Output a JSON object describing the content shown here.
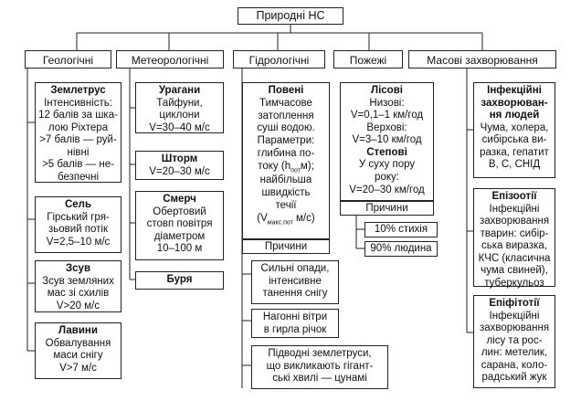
{
  "root": "Природні НС",
  "categories": {
    "geo": "Геологічні",
    "meteo": "Метеорологічні",
    "hydro": "Гідрологічні",
    "fire": "Пожежі",
    "mass": "Масові захворювання"
  },
  "geo": {
    "quake": {
      "title": "Землетрус",
      "lines": [
        "Інтенсивність:",
        "12 балів за шка-",
        "лою Ріхтера",
        ">7 балів — руй-",
        "нівні",
        ">5 балів — не-",
        "безпечні"
      ]
    },
    "mudflow": {
      "title": "Сель",
      "lines": [
        "Гірський гря-",
        "зьовий потік",
        "V=2,5–10 м/с"
      ]
    },
    "landslide": {
      "title": "Зсув",
      "lines": [
        "Зсув земляних",
        "мас зі схилів",
        "V>20 м/с"
      ]
    },
    "avalanche": {
      "title": "Лавини",
      "lines": [
        "Обвалування",
        "маси снігу",
        "V>7 м/с"
      ]
    }
  },
  "meteo": {
    "hurricane": {
      "title": "Урагани",
      "lines": [
        "Тайфуни,",
        "циклони",
        "V=30–40 м/с"
      ]
    },
    "storm": {
      "title": "Шторм",
      "lines": [
        "V=20–30 м/с"
      ]
    },
    "tornado": {
      "title": "Смерч",
      "lines": [
        "Обертовий",
        "стовп повітря",
        "діаметром",
        "10–100 м"
      ]
    },
    "tempest": {
      "title": "Буря"
    }
  },
  "hydro": {
    "flood": {
      "title": "Повені",
      "lines": [
        "Тимчасове",
        "затоплення",
        "суші водою.",
        "Параметри:",
        "глибина по-",
        "току (h",
        "м);",
        "найбільша",
        "швидкість",
        "течії"
      ],
      "sub_max": "макс.пот",
      "sub_pot": "пот",
      "velocity_lead": "(V",
      "velocity_tail": " м/с)"
    },
    "causes_label": "Причини",
    "causes": [
      [
        "Сильні опади,",
        "інтенсивне",
        "танення снігу"
      ],
      [
        "Нагонні вітри",
        "в гирла річок"
      ],
      [
        "Підводні землетруси,",
        "що викликають гігант-",
        "ські хвилі — цунамі"
      ]
    ]
  },
  "fire": {
    "forest_title": "Лісові",
    "forest_lines": [
      "Низові:",
      "V=0,1–1 км/год",
      "Верхові:",
      "V=3–10 км/год"
    ],
    "steppe_title": "Степові",
    "steppe_lines": [
      "У суху пору",
      "року:",
      "V=20–30 км/год"
    ],
    "causes_label": "Причини",
    "causes": [
      "10% стихія",
      "90% людина"
    ]
  },
  "mass": {
    "infections": {
      "title": [
        "Інфекційні",
        "захворюван-",
        "ня людей"
      ],
      "lines": [
        "Чума, холера,",
        "сибірська ви-",
        "разка, гепатит",
        "В, С, СНІД"
      ]
    },
    "epizootic": {
      "title": [
        "Епізоотії"
      ],
      "lines": [
        "Інфекційні",
        "захворювання",
        "тварин: сибір-",
        "ська виразка,",
        "КЧС (класична",
        "чума свиней),",
        "туберкульоз"
      ]
    },
    "epiphytotic": {
      "title": [
        "Епіфітотії"
      ],
      "lines": [
        "Інфекційні",
        "захворювання",
        "лісу та рос-",
        "лин: метелик,",
        "сарана, коло-",
        "радський жук"
      ]
    }
  }
}
